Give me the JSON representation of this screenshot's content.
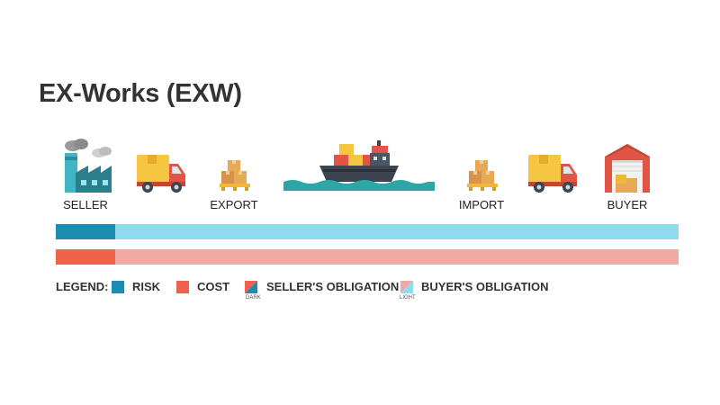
{
  "title": "EX-Works (EXW)",
  "stages": [
    {
      "label": "SELLER",
      "icon": "factory-icon"
    },
    {
      "label": "",
      "icon": "delivery-truck-icon"
    },
    {
      "label": "EXPORT",
      "icon": "boxes-on-pallet-icon"
    },
    {
      "label": "",
      "icon": "cargo-ship-icon"
    },
    {
      "label": "IMPORT",
      "icon": "boxes-on-pallet-icon"
    },
    {
      "label": "",
      "icon": "delivery-truck-icon"
    },
    {
      "label": "BUYER",
      "icon": "warehouse-icon"
    }
  ],
  "bars": {
    "risk": {
      "seller_share": 0.096,
      "seller_color": "#1a8db0",
      "buyer_color": "#8fdcef"
    },
    "cost": {
      "seller_share": 0.096,
      "seller_color": "#f0624d",
      "buyer_color": "#f0aaa4"
    }
  },
  "legend": {
    "title": "LEGEND:",
    "risk_label": "RISK",
    "risk_color": "#1a8db0",
    "cost_label": "COST",
    "cost_color": "#f0624d",
    "seller_label": "SELLER'S OBLIGATION",
    "seller_sub": "DARK",
    "buyer_label": "BUYER'S OBLIGATION",
    "buyer_sub": "LIGHT"
  }
}
